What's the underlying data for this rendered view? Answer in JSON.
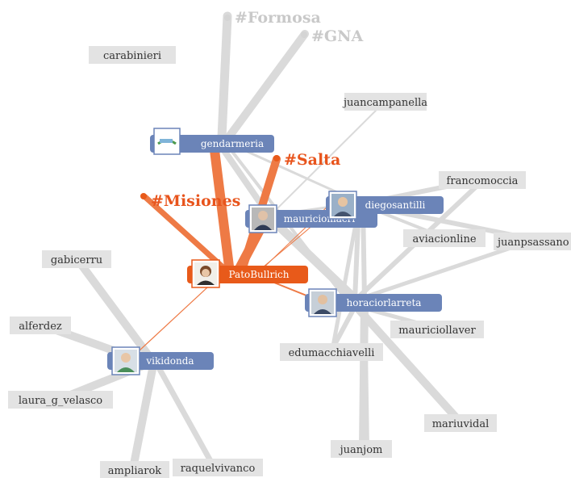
{
  "colors": {
    "edge_gray": "#dadada",
    "edge_orange": "#ee7a45",
    "node_blue": "#6b84b8",
    "node_orange": "#e85a1a",
    "label_gray_bg": "#e3e3e3",
    "hashtag_gray": "#c9c9c9",
    "hashtag_orange": "#e8541c"
  },
  "hashtags": {
    "formosa": "#Formosa",
    "gna": "#GNA",
    "salta": "#Salta",
    "misiones": "#Misiones"
  },
  "users": {
    "gendarmeria": "gendarmeria",
    "mauriciomacri": "mauriciomacri",
    "diegosantilli": "diegosantilli",
    "patobullrich": "PatoBullrich",
    "horaciorlarreta": "horaciorlarreta",
    "vikidonda": "vikidonda"
  },
  "accounts": {
    "carabinieri": "carabinieri",
    "juancampanella": "juancampanella",
    "francomoccia": "francomoccia",
    "aviacionline": "aviacionline",
    "juanpsassano": "juanpsassano",
    "gabicerru": "gabicerru",
    "alferdez": "alferdez",
    "laura_g_velasco": "laura_g_velasco",
    "edumacchiavelli": "edumacchiavelli",
    "mauriciollaver": "mauriciollaver",
    "mariuvidal": "mariuvidal",
    "juanjom": "juanjom",
    "ampliarok": "ampliarok",
    "raquelvivanco": "raquelvivanco"
  },
  "avatar_icons": {
    "gendarmeria": "gendarmeria-logo-icon",
    "mauriciomacri": "person-photo-icon",
    "diegosantilli": "person-photo-icon",
    "patobullrich": "person-photo-icon",
    "horaciorlarreta": "person-photo-icon",
    "vikidonda": "person-photo-icon"
  }
}
